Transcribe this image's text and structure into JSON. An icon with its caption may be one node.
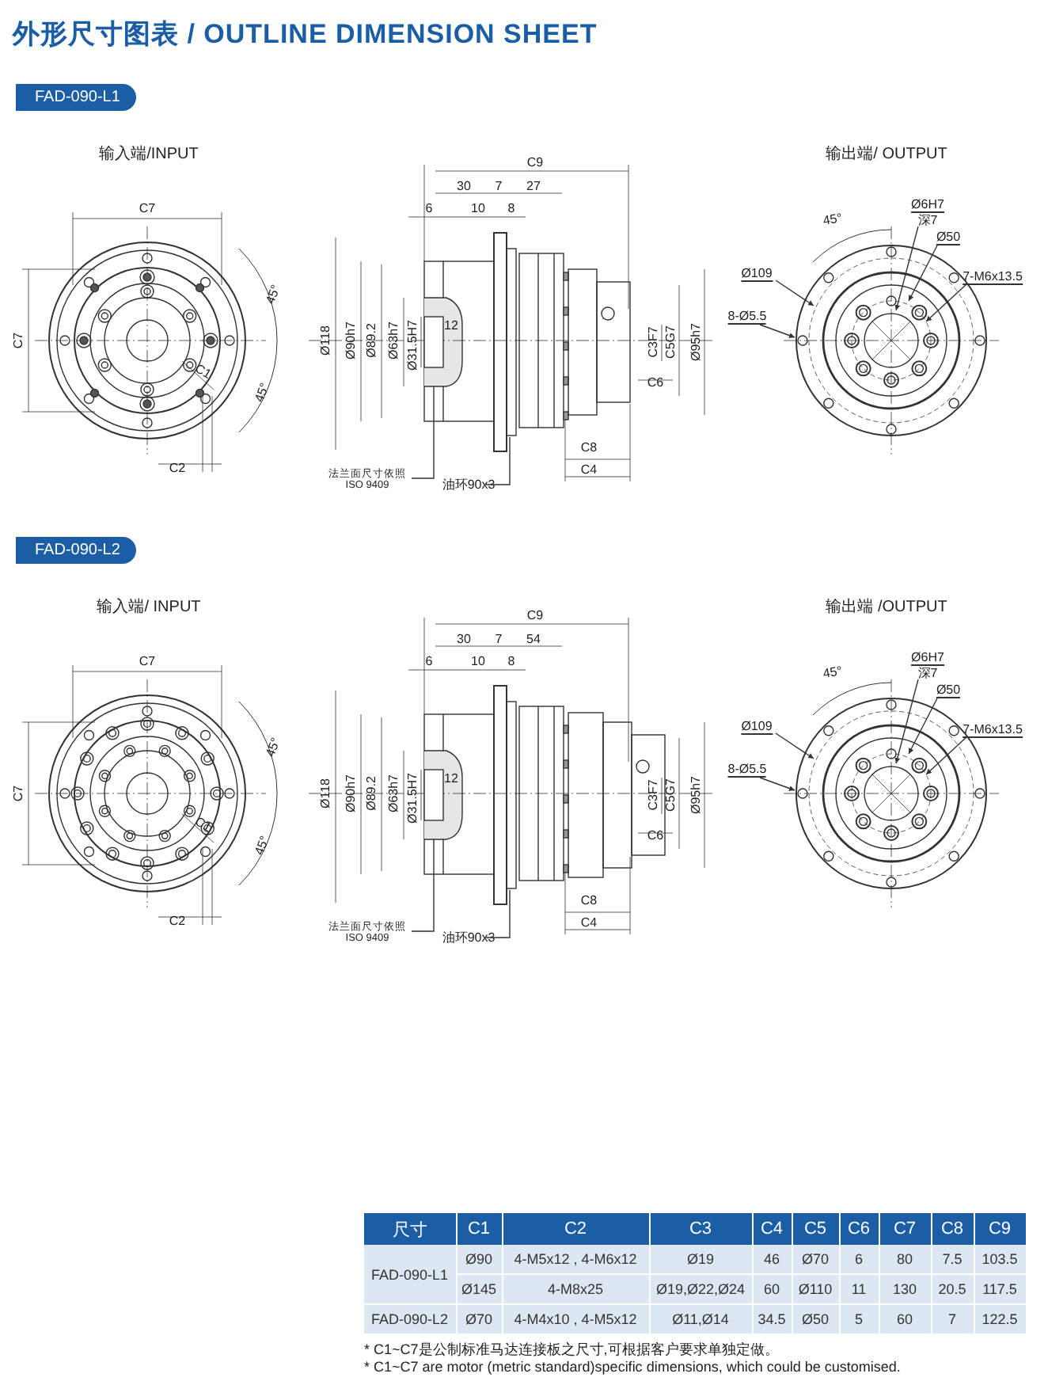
{
  "diagram": {
    "title": "外形尺寸图表 / OUTLINE DIMENSION SHEET",
    "nodes": [
      {
        "text": [
          "FAD-090-L1"
        ]
      },
      {
        "text": [
          "法兰面尺寸依照 ISO 9409"
        ]
      },
      {
        "text": [
          "油环90x3"
        ]
      },
      {
        "text": [
          "Ø6H7",
          "深7"
        ]
      },
      {
        "text": [
          "Ø50"
        ]
      },
      {
        "text": [
          "7-M6x13.5"
        ]
      },
      {
        "text": [
          "Ø109"
        ]
      },
      {
        "text": [
          "8-Ø5.5"
        ]
      },
      {
        "text": [
          "FAD-090-L2"
        ]
      },
      {
        "text": [
          "法兰面尺寸依照 ISO 9409"
        ]
      },
      {
        "text": [
          "油环90x3"
        ]
      },
      {
        "text": [
          "Ø6H7",
          "深7"
        ]
      },
      {
        "text": [
          "Ø50"
        ]
      },
      {
        "text": [
          "7-M6x13.5"
        ]
      },
      {
        "text": [
          "Ø109"
        ]
      },
      {
        "text": [
          "8-Ø5.5"
        ]
      },
      {
        "text": [],
        "shape": "box"
      },
      {
        "text": [],
        "shape": "box"
      }
    ],
    "edges": [
      {
        "from": 1,
        "to": 16,
        "arrow": "none"
      },
      {
        "from": 2,
        "to": null,
        "arrow": "none"
      },
      {
        "from": 3,
        "to": null,
        "arrow": "to"
      },
      {
        "from": 4,
        "to": null,
        "arrow": "to"
      },
      {
        "from": 5,
        "to": null,
        "arrow": "to"
      },
      {
        "from": 6,
        "to": null,
        "arrow": "to"
      },
      {
        "from": 7,
        "to": null,
        "arrow": "to"
      },
      {
        "from": 9,
        "to": 17,
        "arrow": "none"
      },
      {
        "from": 10,
        "to": null,
        "arrow": "none"
      },
      {
        "from": 11,
        "to": null,
        "arrow": "to"
      },
      {
        "from": 12,
        "to": null,
        "arrow": "to"
      },
      {
        "from": 13,
        "to": null,
        "arrow": "to"
      },
      {
        "from": 14,
        "to": null,
        "arrow": "to"
      },
      {
        "from": 15,
        "to": null,
        "arrow": "to"
      }
    ],
    "labels": [
      "输入端/INPUT",
      "C7",
      "C7",
      "45°",
      "45°",
      "C1",
      "C2",
      "C9",
      "30",
      "7",
      "27",
      "6",
      "10",
      "8",
      "Ø118",
      "Ø90h7",
      "Ø89.2",
      "Ø63h7",
      "Ø31.5H7",
      "12",
      "C3F7",
      "C5G7",
      "Ø95h7",
      "C6",
      "C8",
      "C4",
      "输出端/ OUTPUT",
      "45°",
      "输入端/ INPUT",
      "C7",
      "C7",
      "45°",
      "45°",
      "C1",
      "C2",
      "C9",
      "30",
      "7",
      "54",
      "6",
      "10",
      "8",
      "Ø118",
      "Ø90h7",
      "Ø89.2",
      "Ø63h7",
      "Ø31.5H7",
      "12",
      "C3F7",
      "C5G7",
      "Ø95h7",
      "C6",
      "C8",
      "C4",
      "输出端 /OUTPUT",
      "45°",
      "尺寸",
      "C1",
      "C2",
      "C3",
      "C4",
      "C5",
      "C6",
      "C7",
      "C8",
      "C9",
      "FAD-090-L1",
      "Ø90",
      "4-M5x12 , 4-M6x12",
      "Ø19",
      "46",
      "Ø70",
      "6",
      "80",
      "7.5",
      "103.5",
      "Ø145",
      "4-M8x25",
      "Ø19,Ø22,Ø24",
      "60",
      "Ø110",
      "11",
      "130",
      "20.5",
      "117.5",
      "FAD-090-L2",
      "Ø70",
      "4-M4x10 , 4-M5x12",
      "Ø11,Ø14",
      "34.5",
      "Ø50",
      "5",
      "60",
      "7",
      "122.5",
      "* C1~C7是公制标准马达连接板之尺寸,可根据客户要求单独定做。",
      "* C1~C7 are motor (metric standard)specific dimensions, which could be customised."
    ]
  }
}
